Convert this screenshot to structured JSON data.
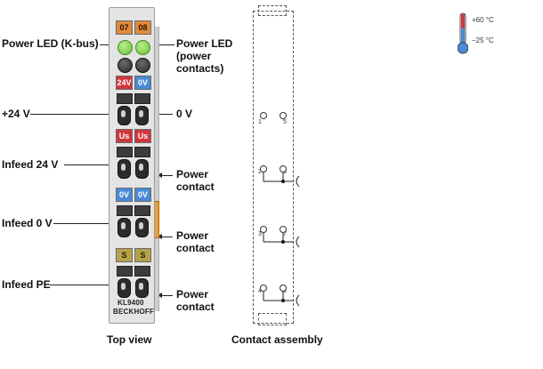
{
  "labels": {
    "power_led_kbus": "Power LED (K-bus)",
    "power_led_contacts": "Power LED\n(power\ncontacts)",
    "plus_24v": "+24 V",
    "zero_v": "0 V",
    "infeed_24v": "Infeed 24 V",
    "power_contact_1": "Power\ncontact",
    "infeed_0v": "Infeed 0 V",
    "power_contact_2": "Power\ncontact",
    "infeed_pe": "Infeed PE",
    "power_contact_3": "Power\ncontact"
  },
  "captions": {
    "top_view": "Top view",
    "contact_assembly": "Contact assembly"
  },
  "module": {
    "led_labels": [
      "07",
      "08"
    ],
    "voltage_row_1": [
      "24V",
      "0V"
    ],
    "voltage_row_2": [
      "Us",
      "Us"
    ],
    "voltage_row_3": [
      "0V",
      "0V"
    ],
    "pe_row": [
      "S",
      "S"
    ],
    "model": "KL9400",
    "brand": "BECKHOFF"
  },
  "contacts": {
    "pins_left": [
      "1",
      "2",
      "3",
      "4"
    ],
    "pins_right": [
      "5",
      "6",
      "7",
      "8"
    ]
  },
  "temperature": {
    "max": "+60 °C",
    "min": "−25 °C"
  },
  "colors": {
    "orange": "#e08a3c",
    "red": "#d0363c",
    "blue": "#4a8ad6",
    "olive": "#b4a24a",
    "green_led": "#6cbd3a"
  }
}
